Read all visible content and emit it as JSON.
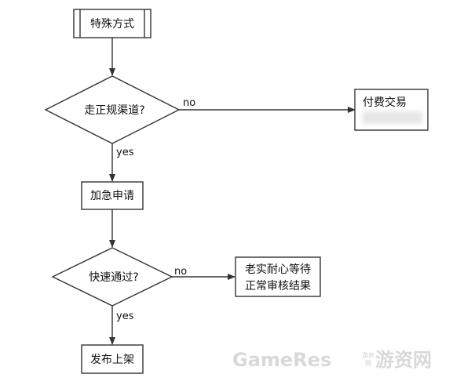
{
  "diagram": {
    "nodes": {
      "special_method": "特殊方式",
      "regular_channel": "走正规渠道?",
      "paid_trade": "付费交易",
      "urgent_apply": "加急申请",
      "fast_pass": "快速通过?",
      "wait_line1": "老实耐心等待",
      "wait_line2": "正常审核结果",
      "publish": "发布上架"
    },
    "edges": {
      "no_1": "no",
      "yes_1": "yes",
      "no_2": "no",
      "yes_2": "yes"
    }
  },
  "watermark": {
    "brand": "GameRes",
    "small_top": "游资",
    "small_bottom": "网",
    "cn": "游资网"
  },
  "colors": {
    "stroke": "#333333",
    "background": "#ffffff",
    "watermark": "#d9d9d9"
  }
}
